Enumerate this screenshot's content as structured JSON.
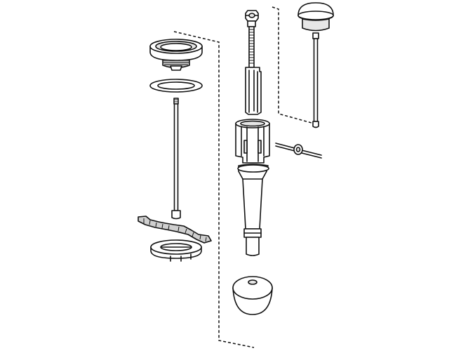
{
  "diagram": {
    "style": "exploded parts line drawing",
    "colors": {
      "line": "#111111",
      "fill": "#ffffff",
      "shade": "#e6e6e6",
      "dark_shade": "#cfcfcf"
    },
    "parts": [
      {
        "id": "drain-flange",
        "icon": "drain-flange"
      },
      {
        "id": "flange-gasket",
        "icon": "ring-gasket"
      },
      {
        "id": "drain-rod",
        "icon": "threaded-rod"
      },
      {
        "id": "basin-bottom",
        "icon": "basin-section"
      },
      {
        "id": "lock-ring",
        "icon": "lock-ring"
      },
      {
        "id": "top-nut",
        "icon": "nut"
      },
      {
        "id": "threaded-stem",
        "icon": "threaded-stem"
      },
      {
        "id": "knob-cap",
        "icon": "knob"
      },
      {
        "id": "lift-rod",
        "icon": "lift-rod"
      },
      {
        "id": "cage-housing",
        "icon": "cage"
      },
      {
        "id": "cross-pin",
        "icon": "cross-pin"
      },
      {
        "id": "tapered-body",
        "icon": "tapered-tube"
      },
      {
        "id": "dome-base",
        "icon": "dome"
      }
    ]
  }
}
